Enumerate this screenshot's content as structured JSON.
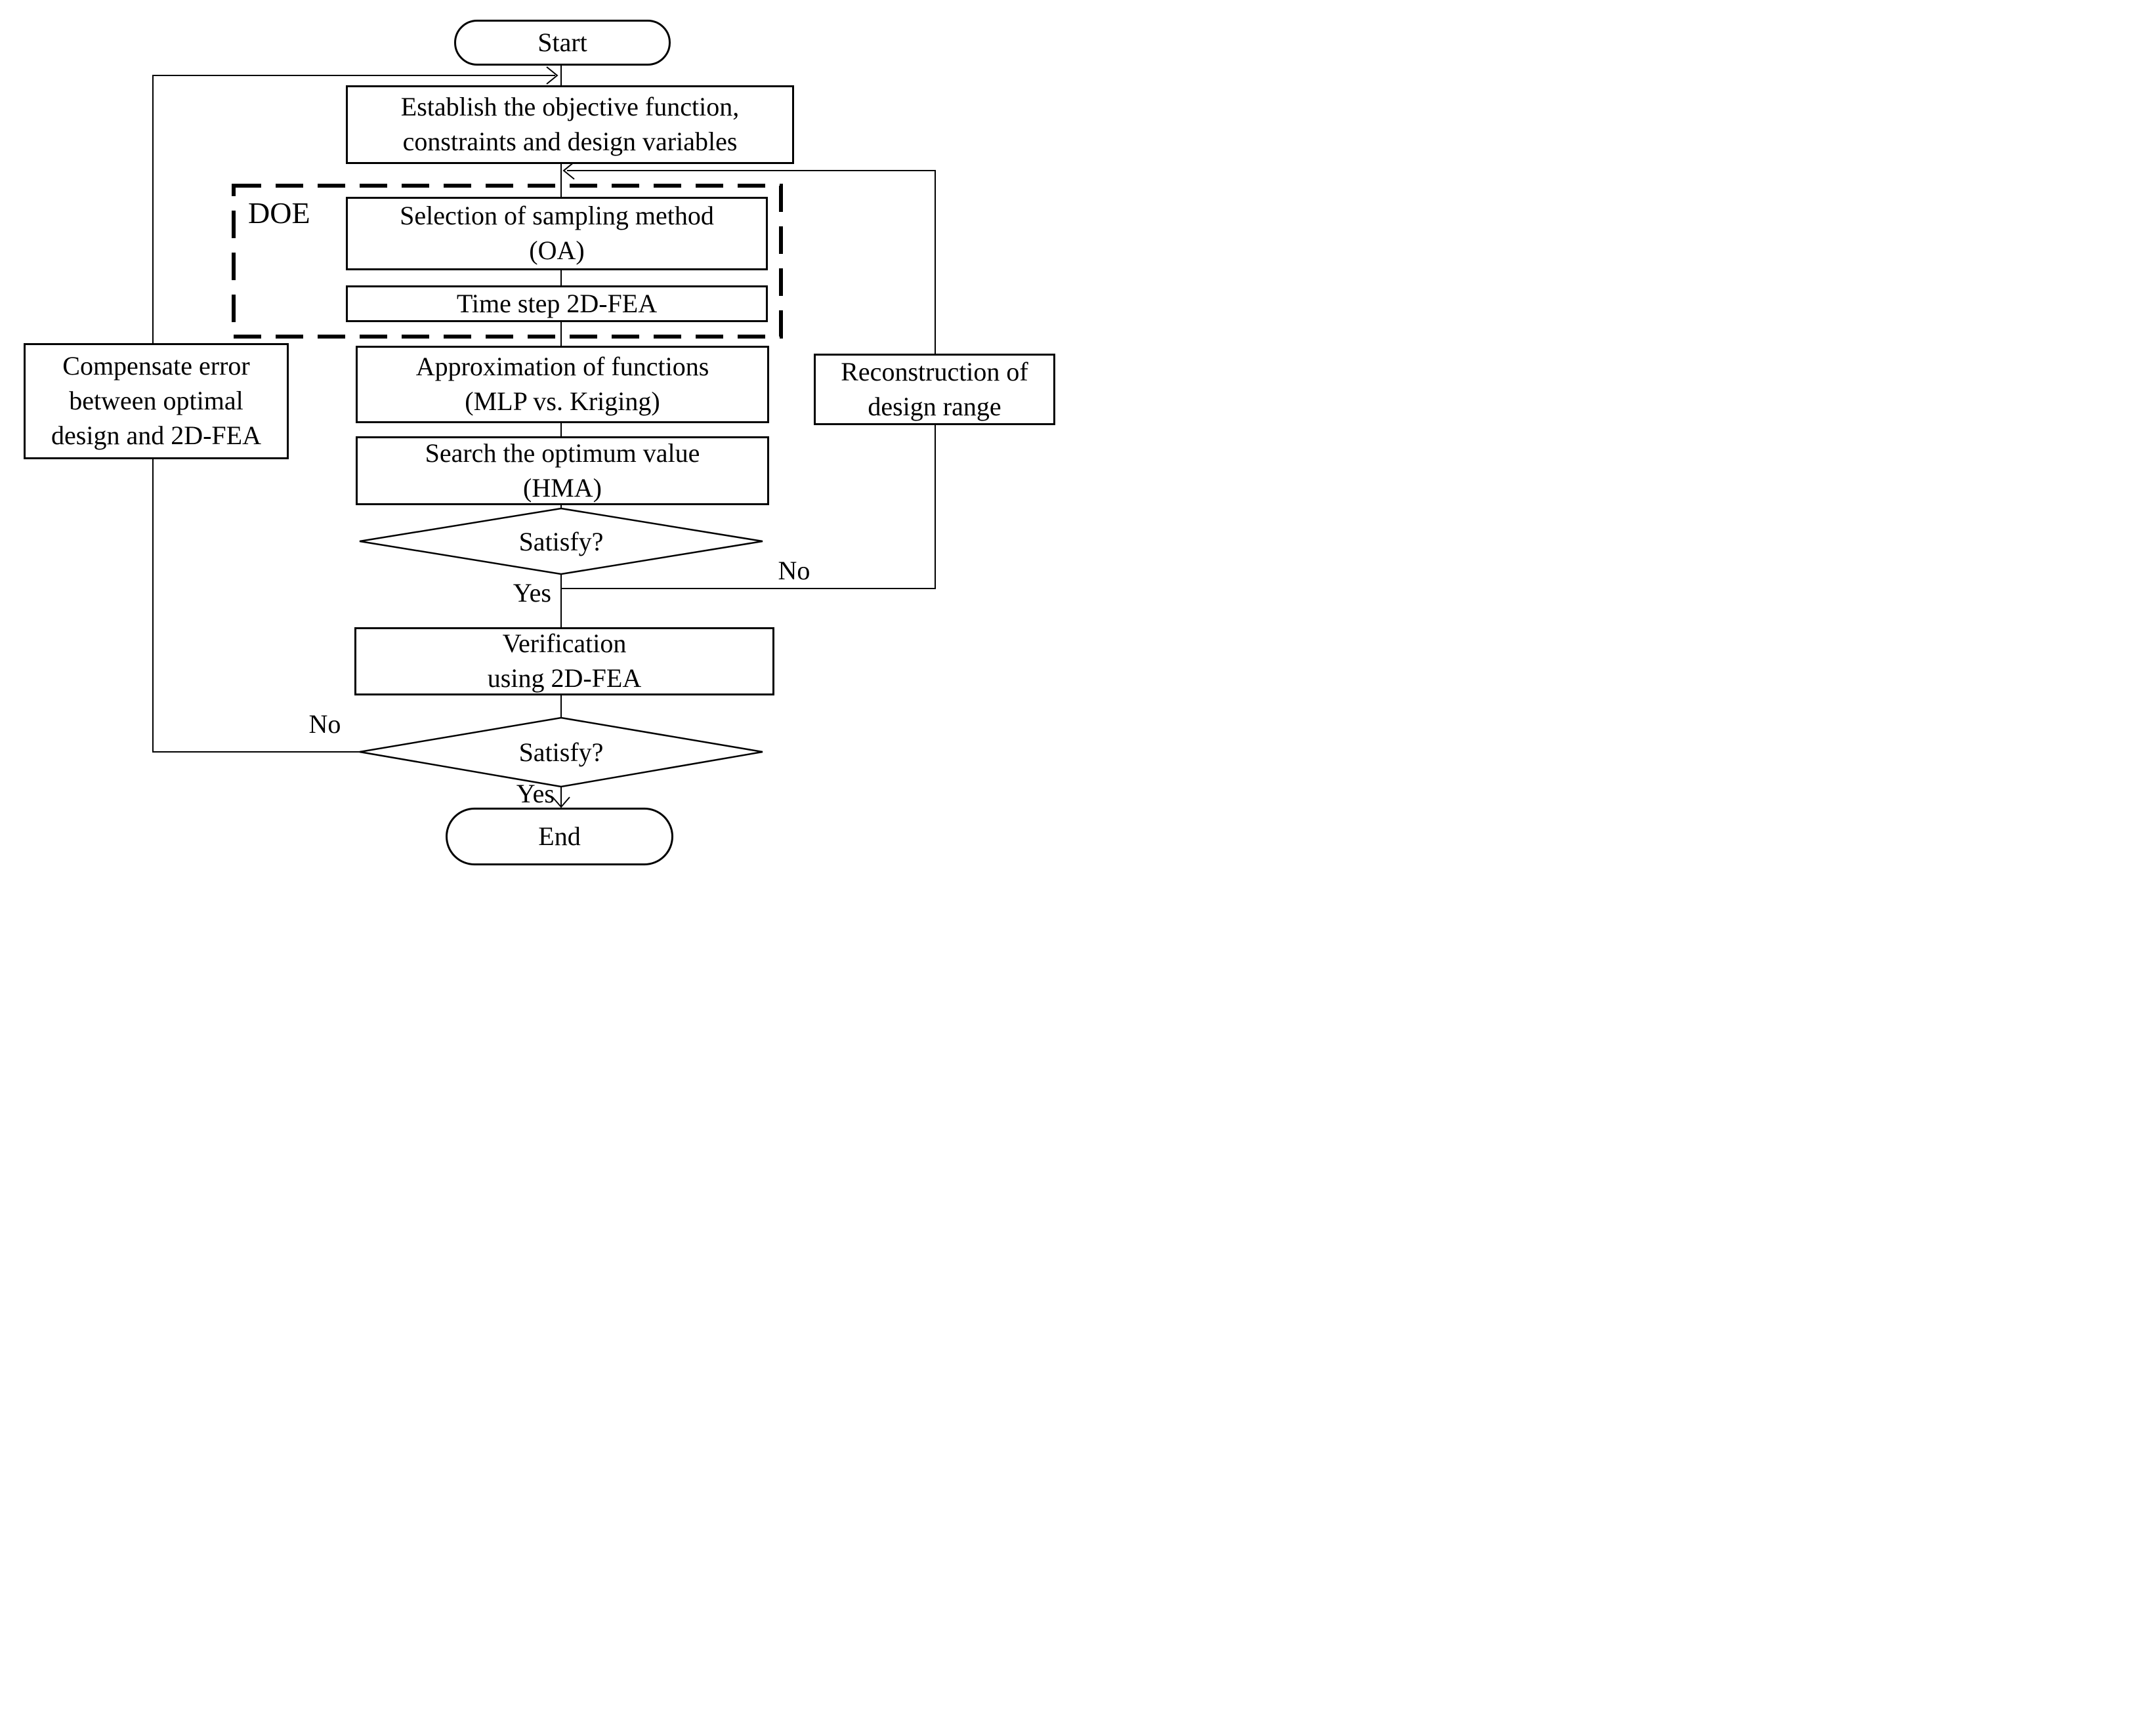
{
  "figure": {
    "type": "flowchart",
    "background_color": "#ffffff",
    "line_color": "#000000",
    "text_color": "#000000"
  },
  "nodes": {
    "start": {
      "label": "Start"
    },
    "establish": {
      "line1": "Establish the objective function,",
      "line2": "constraints and design variables"
    },
    "doe": {
      "label": "DOE"
    },
    "selection": {
      "line1": "Selection of sampling method",
      "line2": "(OA)"
    },
    "timestep": {
      "label": "Time step 2D-FEA"
    },
    "approximation": {
      "line1": "Approximation of functions",
      "line2": "(MLP vs. Kriging)"
    },
    "search": {
      "line1": "Search the optimum value",
      "line2": "(HMA)"
    },
    "decision1": {
      "label": "Satisfy?",
      "yes": "Yes",
      "no": "No"
    },
    "verification": {
      "line1": "Verification",
      "line2": "using 2D-FEA"
    },
    "decision2": {
      "label": "Satisfy?",
      "yes": "Yes",
      "no": "No"
    },
    "compensate": {
      "line1": "Compensate error",
      "line2": "between optimal",
      "line3": "design and 2D-FEA"
    },
    "reconstruction": {
      "line1": "Reconstruction of",
      "line2": "design range"
    },
    "end": {
      "label": "End"
    }
  }
}
